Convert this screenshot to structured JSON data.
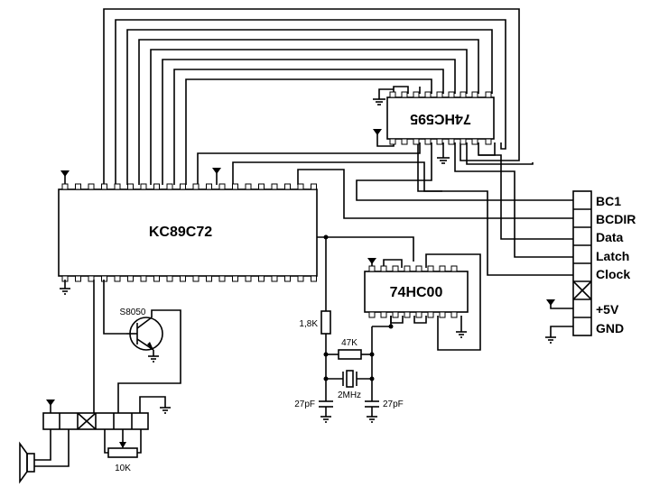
{
  "chips": {
    "mcu": "KC89C72",
    "shift_register": "74HC595",
    "nand_gate": "74HC00"
  },
  "connector": {
    "pins": [
      "BC1",
      "BCDIR",
      "Data",
      "Latch",
      "Clock",
      "+5V",
      "GND"
    ]
  },
  "components": {
    "transistor": "S8050",
    "resistor_1": "1,8K",
    "resistor_2": "47K",
    "capacitor_1": "27pF",
    "capacitor_2": "27pF",
    "crystal": "2MHz",
    "potentiometer": "10K"
  }
}
